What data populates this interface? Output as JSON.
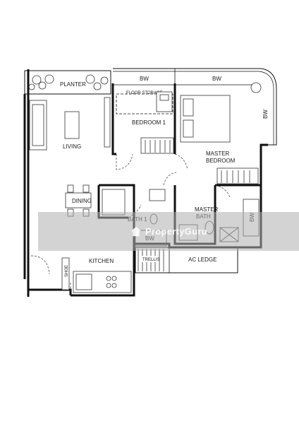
{
  "rooms": {
    "planter": "PLANTER",
    "bw_top_left": "BW",
    "bw_top_right": "BW",
    "bw_right": "BW",
    "floor_storage": "FLOOR STORAGE",
    "bedroom1": "BEDROOM 1",
    "master_bedroom_line1": "MASTER",
    "master_bedroom_line2": "BEDROOM",
    "living": "LIVING",
    "dining": "DINING",
    "bath1": "BATH 1",
    "master_bath_line1": "MASTER",
    "master_bath_line2": "BATH",
    "bw_master_bath": "BW",
    "bw_bottom": "BW",
    "kitchen": "KITCHEN",
    "shoe": "SHOE",
    "trellis": "TRELLIS",
    "ac_ledge": "AC LEDGE"
  },
  "watermark": {
    "text": "PropertyGuru",
    "icon": "propertyguru-logo-icon"
  }
}
